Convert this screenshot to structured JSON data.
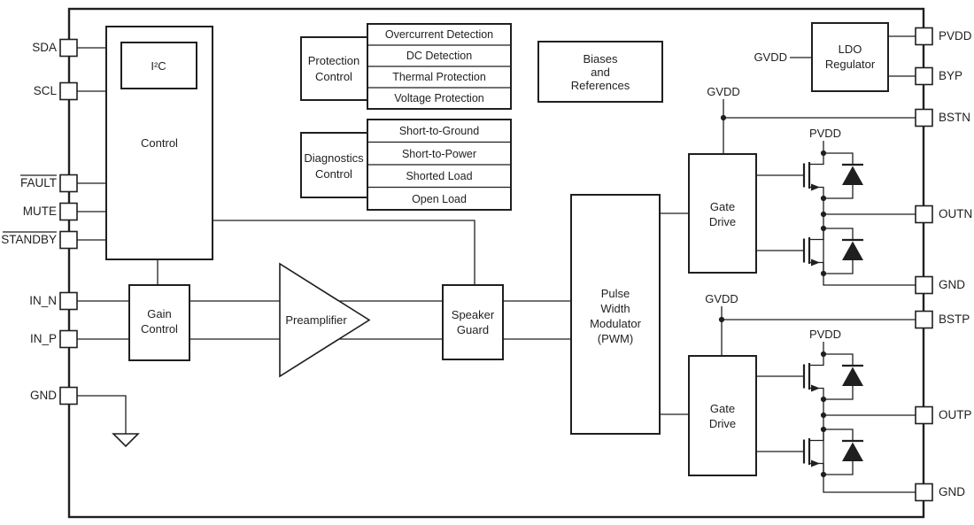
{
  "colors": {
    "ink": "#1f1f1f",
    "background": "#ffffff"
  },
  "pins_left": [
    {
      "label": "SDA",
      "active_low": false
    },
    {
      "label": "SCL",
      "active_low": false
    },
    {
      "label": "FAULT",
      "active_low": true
    },
    {
      "label": "MUTE",
      "active_low": false
    },
    {
      "label": "STANDBY",
      "active_low": true
    },
    {
      "label": "IN_N",
      "active_low": false
    },
    {
      "label": "IN_P",
      "active_low": false
    },
    {
      "label": "GND",
      "active_low": false
    }
  ],
  "pins_right": [
    "PVDD",
    "BYP",
    "BSTN",
    "OUTN",
    "GND",
    "BSTP",
    "OUTP",
    "GND"
  ],
  "blocks": {
    "control": {
      "label": "Control"
    },
    "i2c": {
      "label": "I²C"
    },
    "gain_control": {
      "line1": "Gain",
      "line2": "Control"
    },
    "preamplifier": {
      "label": "Preamplifier"
    },
    "speaker_guard": {
      "line1": "Speaker",
      "line2": "Guard"
    },
    "pwm": {
      "line1": "Pulse",
      "line2": "Width",
      "line3": "Modulator",
      "line4": "(PWM)"
    },
    "protection_control": {
      "line1": "Protection",
      "line2": "Control",
      "rows": [
        "Overcurrent Detection",
        "DC Detection",
        "Thermal Protection",
        "Voltage Protection"
      ]
    },
    "diagnostics_control": {
      "line1": "Diagnostics",
      "line2": "Control",
      "rows": [
        "Short-to-Ground",
        "Short-to-Power",
        "Shorted Load",
        "Open Load"
      ]
    },
    "biases": {
      "line1": "Biases",
      "line2": "and",
      "line3": "References"
    },
    "ldo": {
      "line1": "LDO",
      "line2": "Regulator"
    },
    "gate_drive_n": {
      "line1": "Gate",
      "line2": "Drive"
    },
    "gate_drive_p": {
      "line1": "Gate",
      "line2": "Drive"
    }
  },
  "supply_labels": {
    "gvdd_ldo": "GVDD",
    "gvdd_n": "GVDD",
    "gvdd_p": "GVDD",
    "pvdd_n": "PVDD",
    "pvdd_p": "PVDD"
  }
}
